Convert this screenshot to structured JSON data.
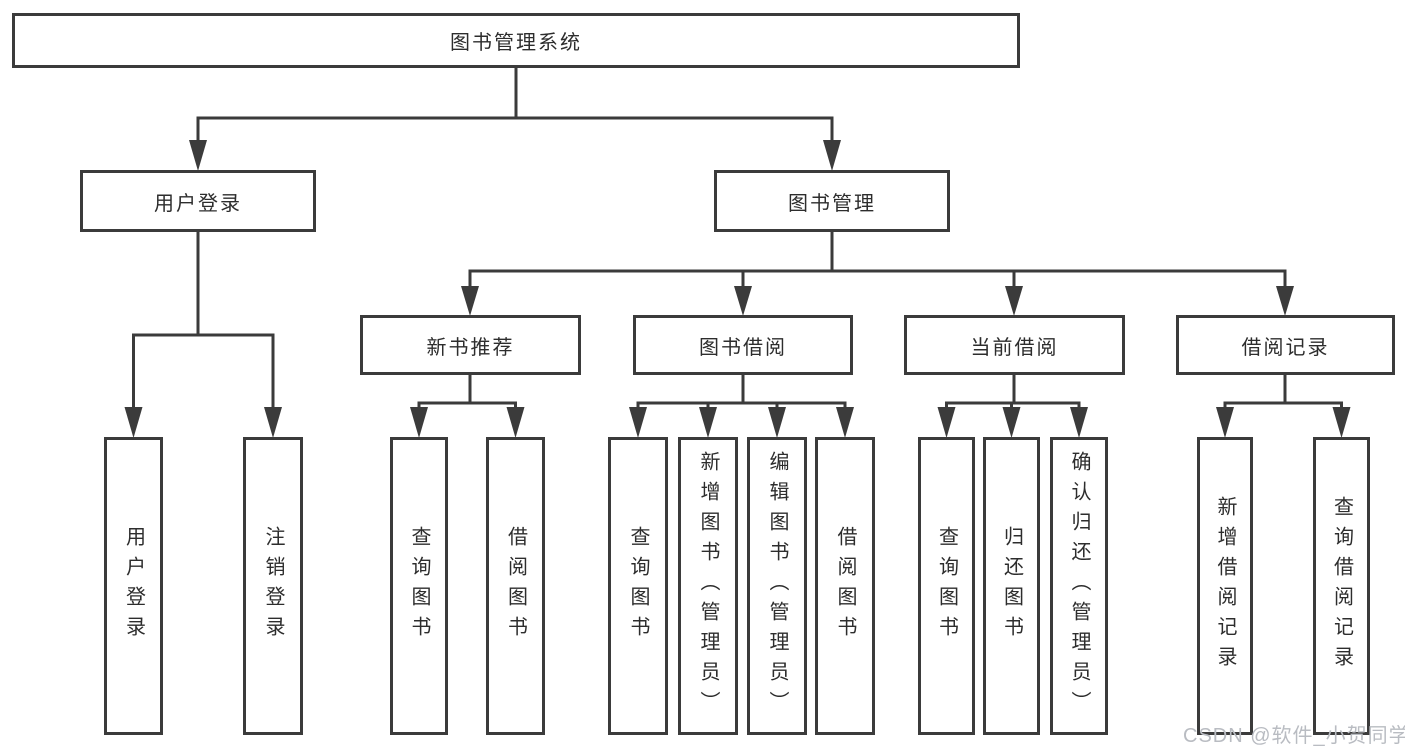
{
  "diagram_type": "hierarchy-tree",
  "tree": {
    "label": "图书管理系统",
    "children": [
      {
        "label": "用户登录",
        "children": [
          {
            "label": "用户登录"
          },
          {
            "label": "注销登录"
          }
        ]
      },
      {
        "label": "图书管理",
        "children": [
          {
            "label": "新书推荐",
            "children": [
              {
                "label": "查询图书"
              },
              {
                "label": "借阅图书"
              }
            ]
          },
          {
            "label": "图书借阅",
            "children": [
              {
                "label": "查询图书"
              },
              {
                "label": "新增图书（管理员）"
              },
              {
                "label": "编辑图书（管理员）"
              },
              {
                "label": "借阅图书"
              }
            ]
          },
          {
            "label": "当前借阅",
            "children": [
              {
                "label": "查询图书"
              },
              {
                "label": "归还图书"
              },
              {
                "label": "确认归还（管理员）"
              }
            ]
          },
          {
            "label": "借阅记录",
            "children": [
              {
                "label": "新增借阅记录"
              },
              {
                "label": "查询借阅记录"
              }
            ]
          }
        ]
      }
    ]
  },
  "watermark": {
    "text": "CSDN @软件_小贺同学"
  },
  "colors": {
    "line": "#3b3b3b",
    "box_border": "#3b3b3b",
    "text": "#2d2d2d",
    "background": "#ffffff",
    "watermark": "#b9bcc2"
  }
}
